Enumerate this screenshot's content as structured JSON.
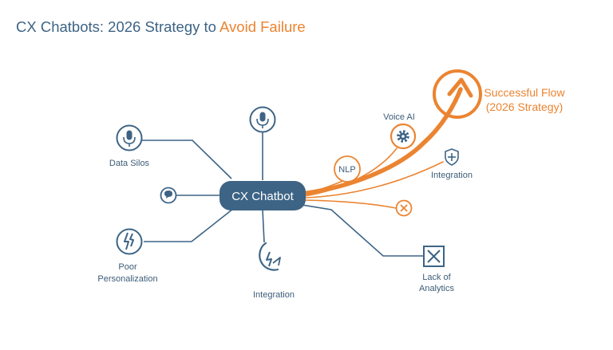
{
  "title": {
    "part1": "CX Chatbots: 2026 Strategy to ",
    "part2": "Avoid Failure"
  },
  "colors": {
    "navy": "#3d6485",
    "orange": "#eb8431",
    "hub_fill": "#3d6485"
  },
  "hub": {
    "label": "CX Chatbot"
  },
  "nodes": {
    "data_silos": {
      "label": "Data Silos",
      "icon": "microphone-icon"
    },
    "top_mic": {
      "icon": "microphone-icon"
    },
    "chat": {
      "icon": "chat-bubble-icon"
    },
    "poor_personalization": {
      "line1": "Poor",
      "line2": "Personalization",
      "icon": "broken-lightning-icon"
    },
    "integration_left": {
      "label": "Integration",
      "icon": "lightning-plug-icon"
    },
    "lack_of_analytics": {
      "line1": "Lack of",
      "line2": "Analytics",
      "icon": "x-box-icon"
    },
    "nlp": {
      "label": "NLP"
    },
    "voice_ai": {
      "label": "Voice AI",
      "icon": "gear-icon"
    },
    "integration_right": {
      "label": "Integration",
      "icon": "shield-plus-icon"
    },
    "error": {
      "icon": "x-circle-icon"
    },
    "successful_flow": {
      "line1": "Successful Flow",
      "line2": "(2026 Strategy)",
      "icon": "up-arrow-circle-icon"
    }
  }
}
